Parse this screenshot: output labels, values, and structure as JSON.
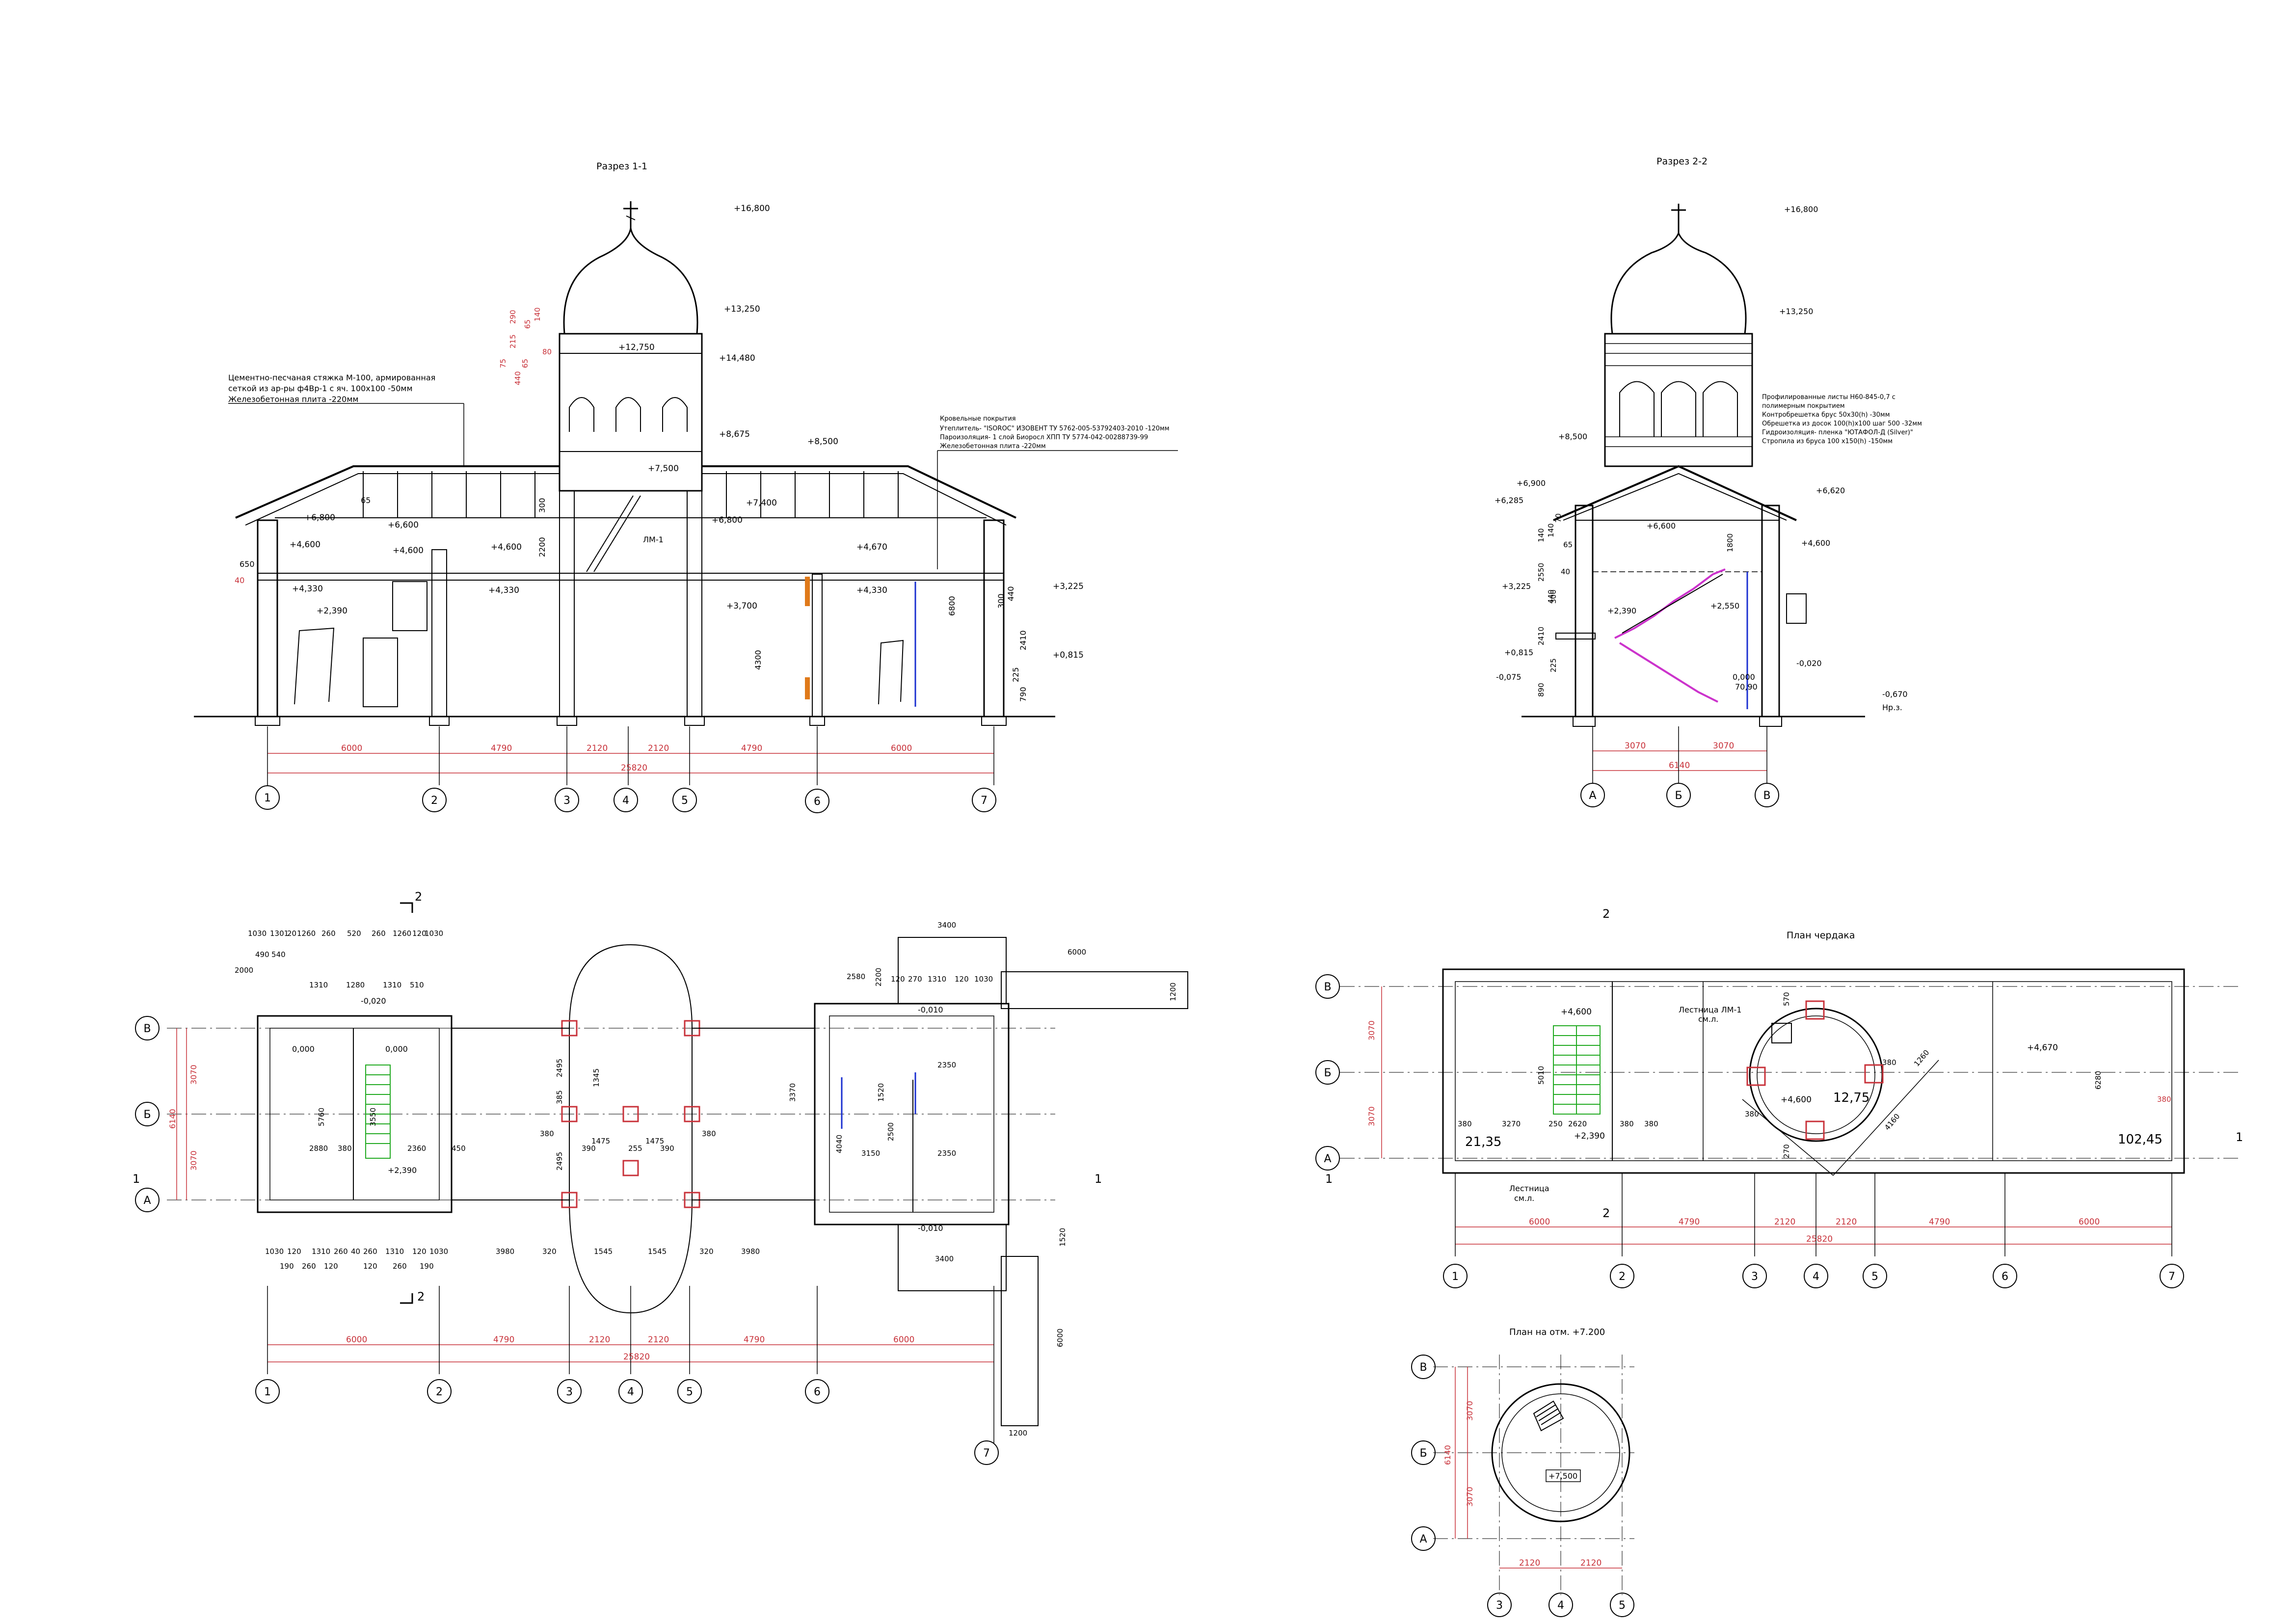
{
  "sheet": {
    "colors": {
      "line": "#000000",
      "dimension": "#c8323a",
      "stair_green": "#22aa22",
      "stair_magenta": "#cc33cc",
      "insulation": "#e07a1a",
      "pipe_blue": "#1a2fd0"
    }
  },
  "section_1_1": {
    "title": "Разрез 1-1",
    "levels": {
      "top": "+16,800",
      "dome": "+13,250",
      "belfry_top": "+14,480",
      "inner_12": "+12,750",
      "roof_l": "+8,675",
      "roof_r": "+8,500",
      "inner_75": "+7,500",
      "e74": "+7,400",
      "e68a": "+6,800",
      "e68b": "+6,800",
      "e66": "+6,600",
      "e46a": "+4,600",
      "e46b": "+4,600",
      "e46c": "+4,600",
      "e467": "+4,670",
      "e433a": "+4,330",
      "e433b": "+4,330",
      "e433c": "+4,330",
      "e37": "+3,700",
      "e239": "+2,390",
      "e3225": "+3,225",
      "e0815": "+0,815"
    },
    "notes_left": [
      "Цементно-песчаная стяжка М-100, армированная",
      "сеткой из ар-ры ф4Вр-1 с яч. 100х100         -50мм",
      "Железобетонная плита                                    -220мм"
    ],
    "notes_right": [
      "Кровельные покрытия",
      "Утеплитель- \"ISOROC\" ИЗОВЕНТ ТУ 5762-005-53792403-2010 -120мм",
      "Пароизоляция- 1 слой Биоросл ХПП ТУ 5774-042-00288739-99",
      "Железобетонная плита                                         -220мм"
    ],
    "stair_label": "ЛМ-1",
    "dims_vertical": [
      "2200",
      "300",
      "4300",
      "6800",
      "300",
      "440",
      "2410",
      "225",
      "790",
      "650",
      "65",
      "40"
    ],
    "dims_chain": [
      "6000",
      "4790",
      "2120",
      "2120",
      "4790",
      "6000"
    ],
    "dim_total": "25820",
    "axes": [
      "1",
      "2",
      "3",
      "4",
      "5",
      "6",
      "7"
    ],
    "belfry_dims": [
      "75",
      "215",
      "290",
      "65",
      "140",
      "80",
      "65",
      "440"
    ]
  },
  "section_2_2": {
    "title": "Разрез 2-2",
    "levels": {
      "top": "+16,800",
      "dome": "+13,250",
      "e85": "+8,500",
      "e69": "+6,900",
      "e6285": "+6,285",
      "e66": "+6,600",
      "e662": "+6,620",
      "e46": "+4,600",
      "e3225": "+3,225",
      "e239": "+2,390",
      "e255": "+2,550",
      "e0815": "+0,815",
      "e0075": "-0,075",
      "e000": "0,000",
      "e0020": "-0,020",
      "e0670": "-0,670"
    },
    "notes": [
      "Профилированные листы Н60-845-0,7 с",
      "полимерным покрытием",
      "Контробрешетка брус 50х30(h)                    -30мм",
      "Обрешетка из досок 100(h)х100 шаг 500 -32мм",
      "Гидроизоляция- пленка \"ЮТАФОЛ-Д (Silver)\"",
      "Стропила из бруса 100 х150(h)                 -150мм"
    ],
    "dims_vertical": [
      "140",
      "140",
      "70",
      "65",
      "2550",
      "40",
      "300",
      "2410",
      "225",
      "890",
      "1800",
      "440"
    ],
    "mark_box": "70,90",
    "ground": "Нр.з.",
    "dims_chain": [
      "3070",
      "3070"
    ],
    "dim_total": "6140",
    "axes": [
      "А",
      "Б",
      "В"
    ]
  },
  "plan_1": {
    "axes_rows": [
      "В",
      "Б",
      "А"
    ],
    "axes_cols": [
      "1",
      "2",
      "3",
      "4",
      "5",
      "6",
      "7"
    ],
    "dims_chain": [
      "6000",
      "4790",
      "2120",
      "2120",
      "4790",
      "6000"
    ],
    "dim_total": "25820",
    "dims_left": [
      "3070",
      "3070"
    ],
    "dim_left_total": "6140",
    "top_dims": [
      "1030",
      "1301",
      "20",
      "1260",
      "260",
      "520",
      "260",
      "1260",
      "120",
      "1030",
      "490",
      "540",
      "1310",
      "1280",
      "1310",
      "510",
      "2000"
    ],
    "bot_dims": [
      "1030",
      "120",
      "1310",
      "260",
      "40",
      "260",
      "1310",
      "120",
      "1030",
      "190",
      "260",
      "120",
      "120",
      "260",
      "190",
      "3980",
      "320",
      "1545",
      "1545",
      "320",
      "3980"
    ],
    "mid_dims": [
      "5760",
      "2880",
      "380",
      "3550",
      "2360",
      "450",
      "385",
      "1475",
      "1475",
      "390",
      "255",
      "390",
      "2495",
      "2495",
      "1345",
      "380",
      "380"
    ],
    "right_dims": [
      "3400",
      "6000",
      "1200",
      "2580",
      "2200",
      "120",
      "270",
      "1310",
      "120",
      "1030",
      "1520",
      "2350",
      "2350",
      "3150",
      "2500",
      "4040",
      "3370",
      "1520",
      "6000",
      "1200",
      "3400"
    ],
    "marks": [
      "0,000",
      "0,000",
      "-0,020",
      "+2,390",
      "-0,010",
      "-0,010"
    ],
    "cut_labels": [
      "2",
      "2",
      "1",
      "1"
    ]
  },
  "attic_plan": {
    "title": "План чердака",
    "marks": [
      "+4,600",
      "+4,670",
      "+4,600",
      "+2,390"
    ],
    "areas": [
      "21,35",
      "12,75",
      "102,45"
    ],
    "labels": [
      "Лестница ЛМ-1",
      "см.л.",
      "Лестница",
      "см.л."
    ],
    "dims": [
      "3270",
      "5010",
      "2620",
      "6280",
      "380",
      "380",
      "250",
      "380",
      "270",
      "570",
      "380",
      "380",
      "4160",
      "1260",
      "380"
    ],
    "dims_chain": [
      "6000",
      "4790",
      "2120",
      "2120",
      "4790",
      "6000"
    ],
    "dim_total": "25820",
    "dims_left": [
      "3070",
      "3070"
    ],
    "axes_rows": [
      "В",
      "Б",
      "А"
    ],
    "axes_cols": [
      "1",
      "2",
      "3",
      "4",
      "5",
      "6",
      "7"
    ],
    "cut_labels": [
      "2",
      "2",
      "1",
      "1"
    ]
  },
  "plan_7200": {
    "title": "План на отм. +7.200",
    "mark": "+7,500",
    "dims_left": [
      "3070",
      "3070"
    ],
    "dim_left_total": "6140",
    "dims_chain": [
      "2120",
      "2120"
    ],
    "axes_rows": [
      "В",
      "Б",
      "А"
    ],
    "axes_cols": [
      "3",
      "4",
      "5"
    ]
  }
}
